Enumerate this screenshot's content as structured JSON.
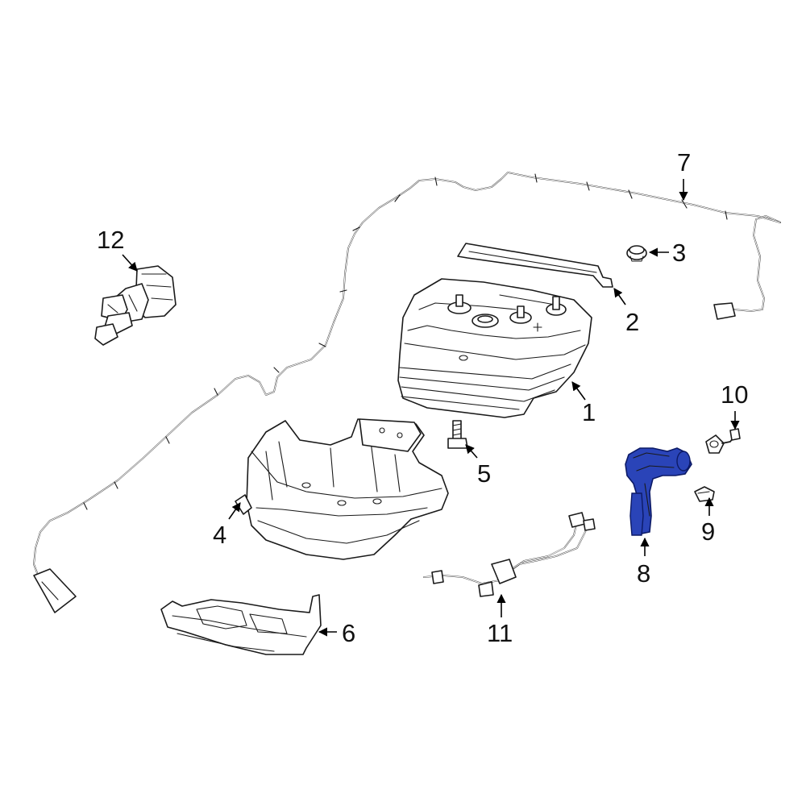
{
  "callouts": {
    "c1": "1",
    "c2": "2",
    "c3": "3",
    "c4": "4",
    "c5": "5",
    "c6": "6",
    "c7": "7",
    "c8": "8",
    "c9": "9",
    "c10": "10",
    "c11": "11",
    "c12": "12"
  },
  "highlighted_part": "8",
  "colors": {
    "highlight_fill": "#2a44b8",
    "highlight_stroke": "#0c1a66",
    "line_art": "#1a1a1a",
    "background": "#ffffff"
  }
}
